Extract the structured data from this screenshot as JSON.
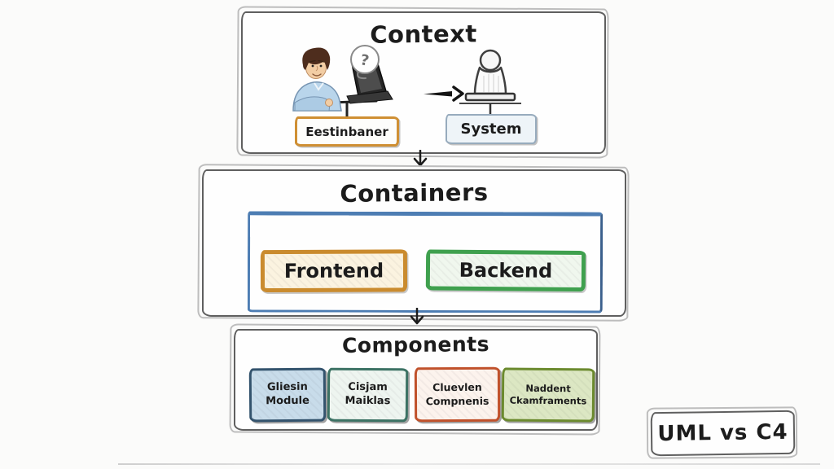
{
  "context": {
    "title": "Context",
    "bubble_text": "?",
    "actor_label": "Eestinbaner",
    "system_label": "System"
  },
  "containers": {
    "title": "Containers",
    "items": [
      {
        "label": "Frontend",
        "border": "#ca8b2e",
        "fill": "#fbf3e0"
      },
      {
        "label": "Backend",
        "border": "#3fa04e",
        "fill": "#f0f7ee"
      }
    ]
  },
  "components": {
    "title": "Components",
    "items": [
      {
        "line1": "Gliesin",
        "line2": "Module",
        "border": "#33536d",
        "fill": "#c8dcea"
      },
      {
        "line1": "Cisjam",
        "line2": "Maiklas",
        "border": "#3c7264",
        "fill": "#eef5f0"
      },
      {
        "line1": "Cluevlen",
        "line2": "Compnenis",
        "border": "#c0512b",
        "fill": "#fcf3ed"
      },
      {
        "line1": "Naddent",
        "line2": "Ckamframents",
        "border": "#6b8a2e",
        "fill": "#dce7c3"
      }
    ]
  },
  "badge": {
    "label": "UML vs C4"
  },
  "colors": {
    "frame_border": "#5f5f5f",
    "inner_boundary_border": "#4d7db3",
    "actor_box_border": "#cf8f33",
    "system_box_border": "#97abbd",
    "ink": "#1c1c1c"
  }
}
